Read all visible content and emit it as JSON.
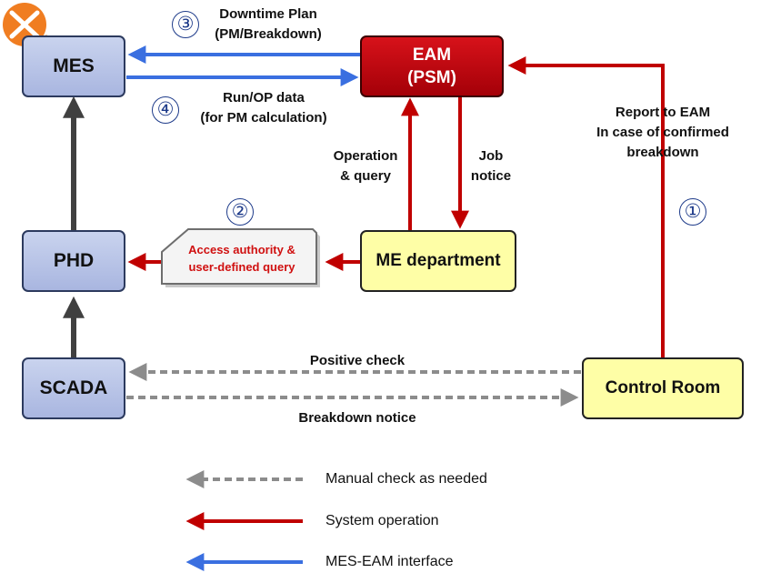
{
  "nodes": {
    "mes": "MES",
    "phd": "PHD",
    "scada": "SCADA",
    "eam_line1": "EAM",
    "eam_line2": "(PSM)",
    "me_department": "ME department",
    "control_room": "Control Room"
  },
  "note": {
    "line1": "Access authority &",
    "line2": "user-defined query"
  },
  "edge_labels": {
    "downtime_line1": "Downtime Plan",
    "downtime_line2": "(PM/Breakdown)",
    "runop_line1": "Run/OP data",
    "runop_line2": "(for PM calculation)",
    "operation_line1": "Operation",
    "operation_line2": "& query",
    "job_line1": "Job",
    "job_line2": "notice",
    "report_line1": "Report to EAM",
    "report_line2": "In case of confirmed",
    "report_line3": "breakdown",
    "positive_check": "Positive check",
    "breakdown_notice": "Breakdown notice"
  },
  "step_numbers": {
    "one": "①",
    "two": "②",
    "three": "③",
    "four": "④"
  },
  "legend": {
    "manual": "Manual check as needed",
    "system": "System operation",
    "interface": "MES-EAM interface"
  },
  "colors": {
    "manual_arrow": "#8c8c8c",
    "system_arrow": "#c00000",
    "interface_arrow": "#3a6fe0",
    "hierarchy_arrow": "#404040",
    "logo": "#f07d21"
  }
}
